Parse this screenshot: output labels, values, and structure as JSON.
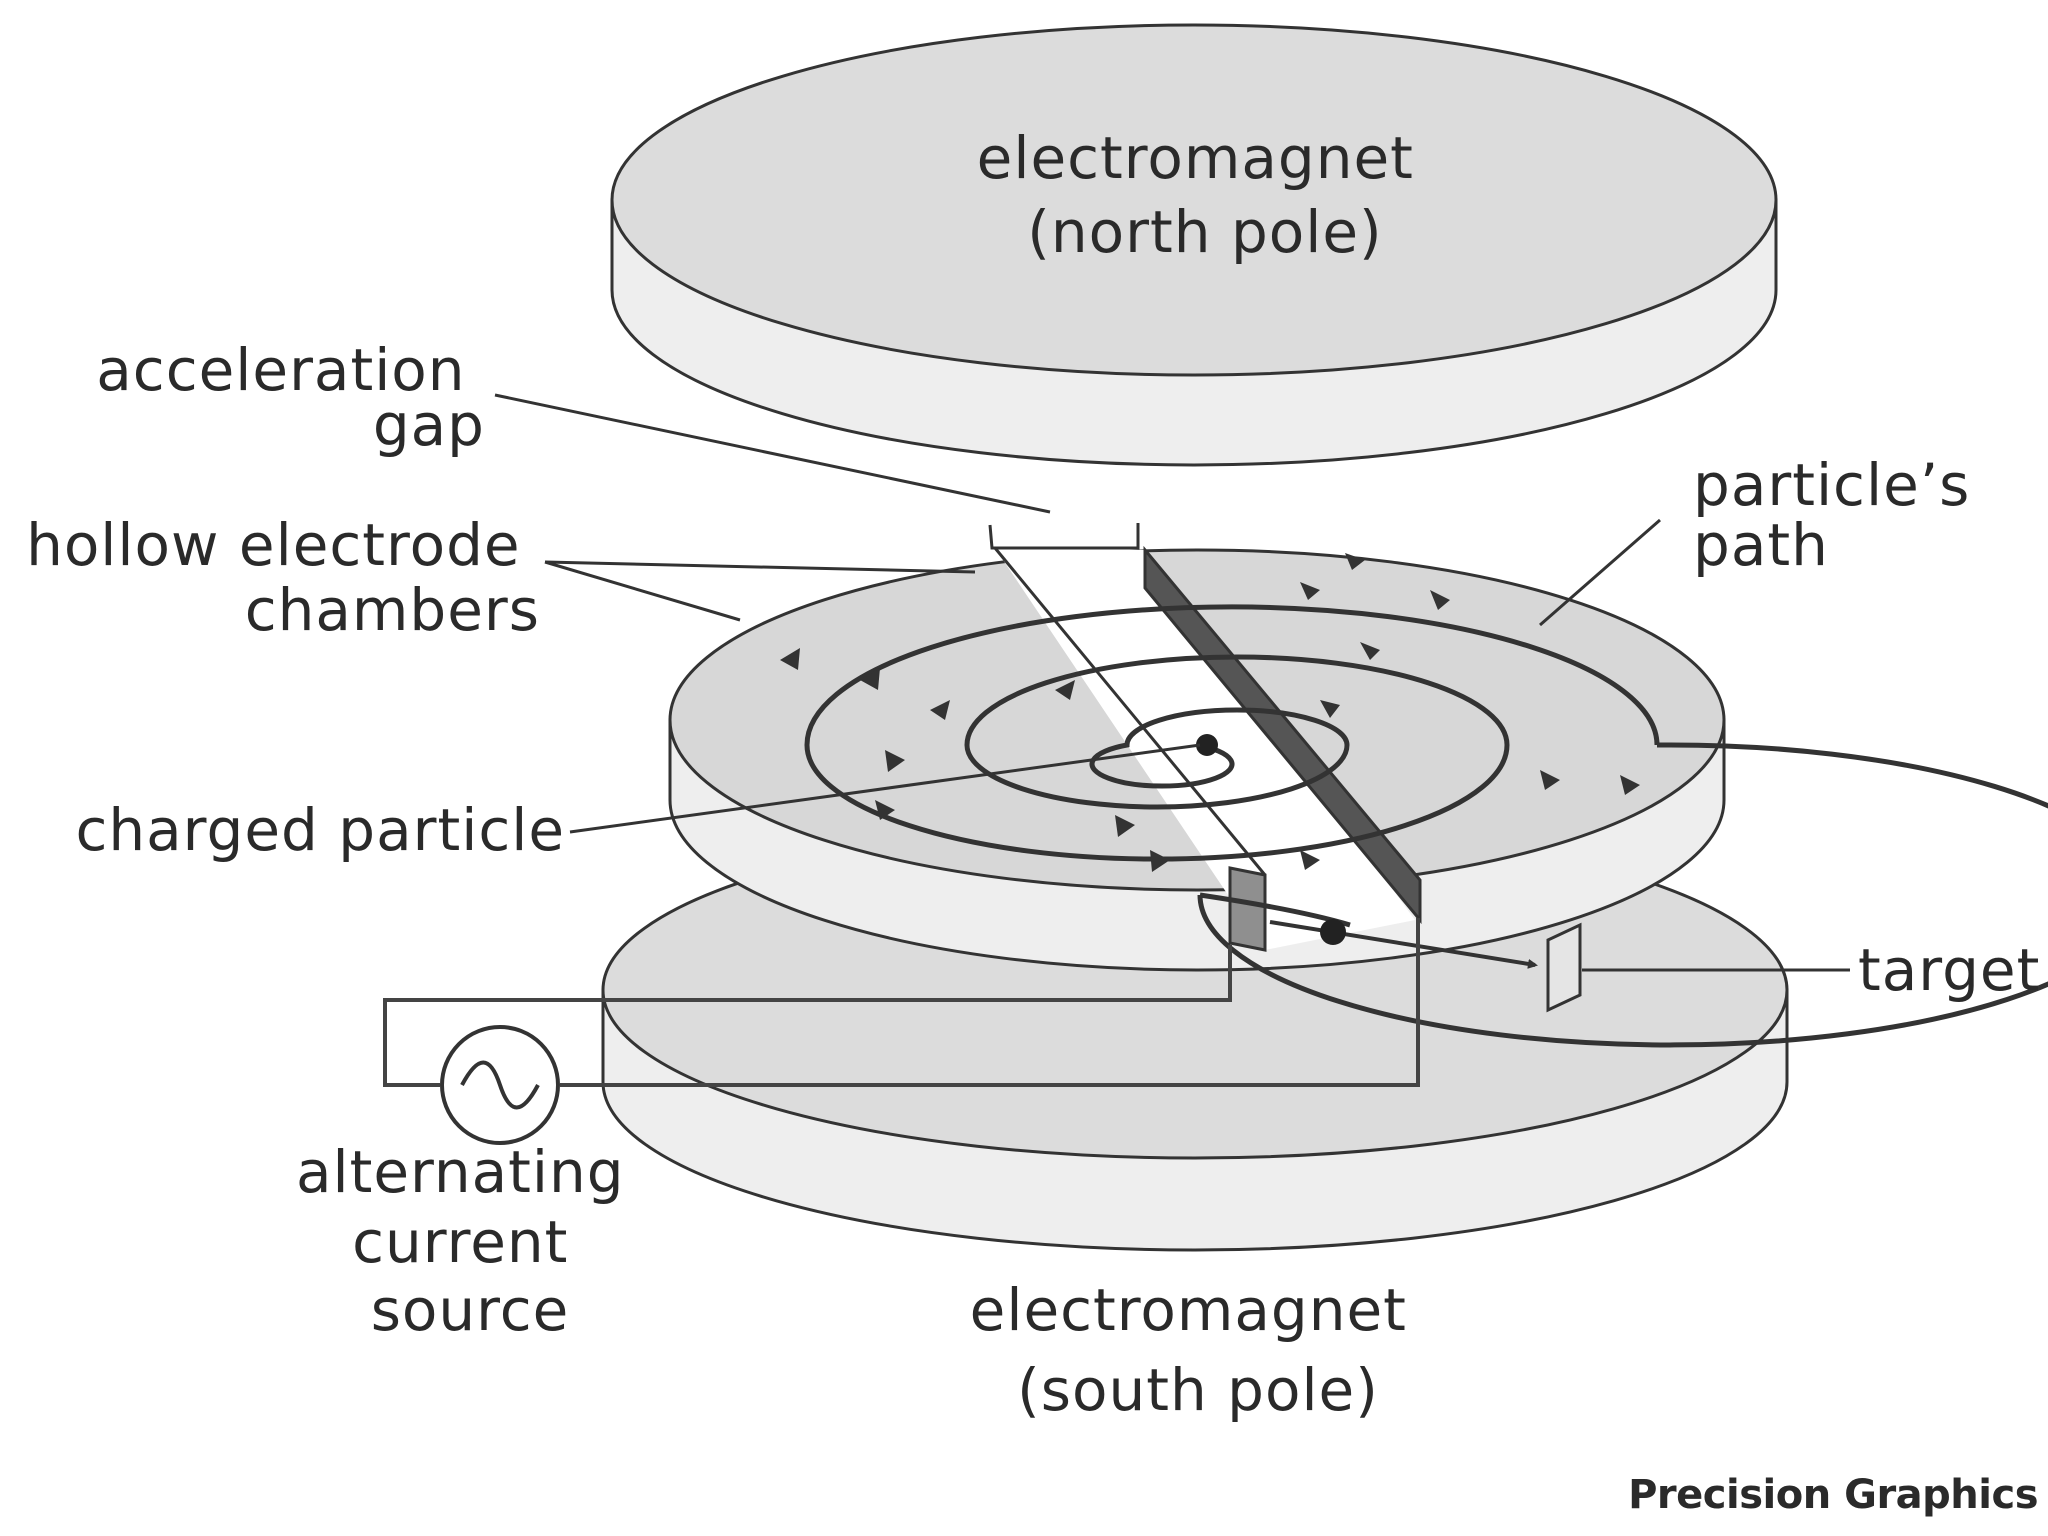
{
  "labels": {
    "top_magnet": [
      "electromagnet",
      "(north pole)"
    ],
    "acceleration_gap": [
      "acceleration",
      "gap"
    ],
    "hollow_electrode": [
      "hollow electrode",
      "chambers"
    ],
    "particles_path": [
      "particle’s",
      "path"
    ],
    "charged_particle": "charged particle",
    "target": "target",
    "ac_source": [
      "alternating",
      "current",
      "source"
    ],
    "bottom_magnet": [
      "electromagnet",
      "(south pole)"
    ]
  },
  "credit": "Precision Graphics",
  "colors": {
    "background": "#ffffff",
    "disk_top": "#dcdcdc",
    "disk_side": "#eeeeee",
    "outline": "#333333",
    "wire": "#444444"
  }
}
